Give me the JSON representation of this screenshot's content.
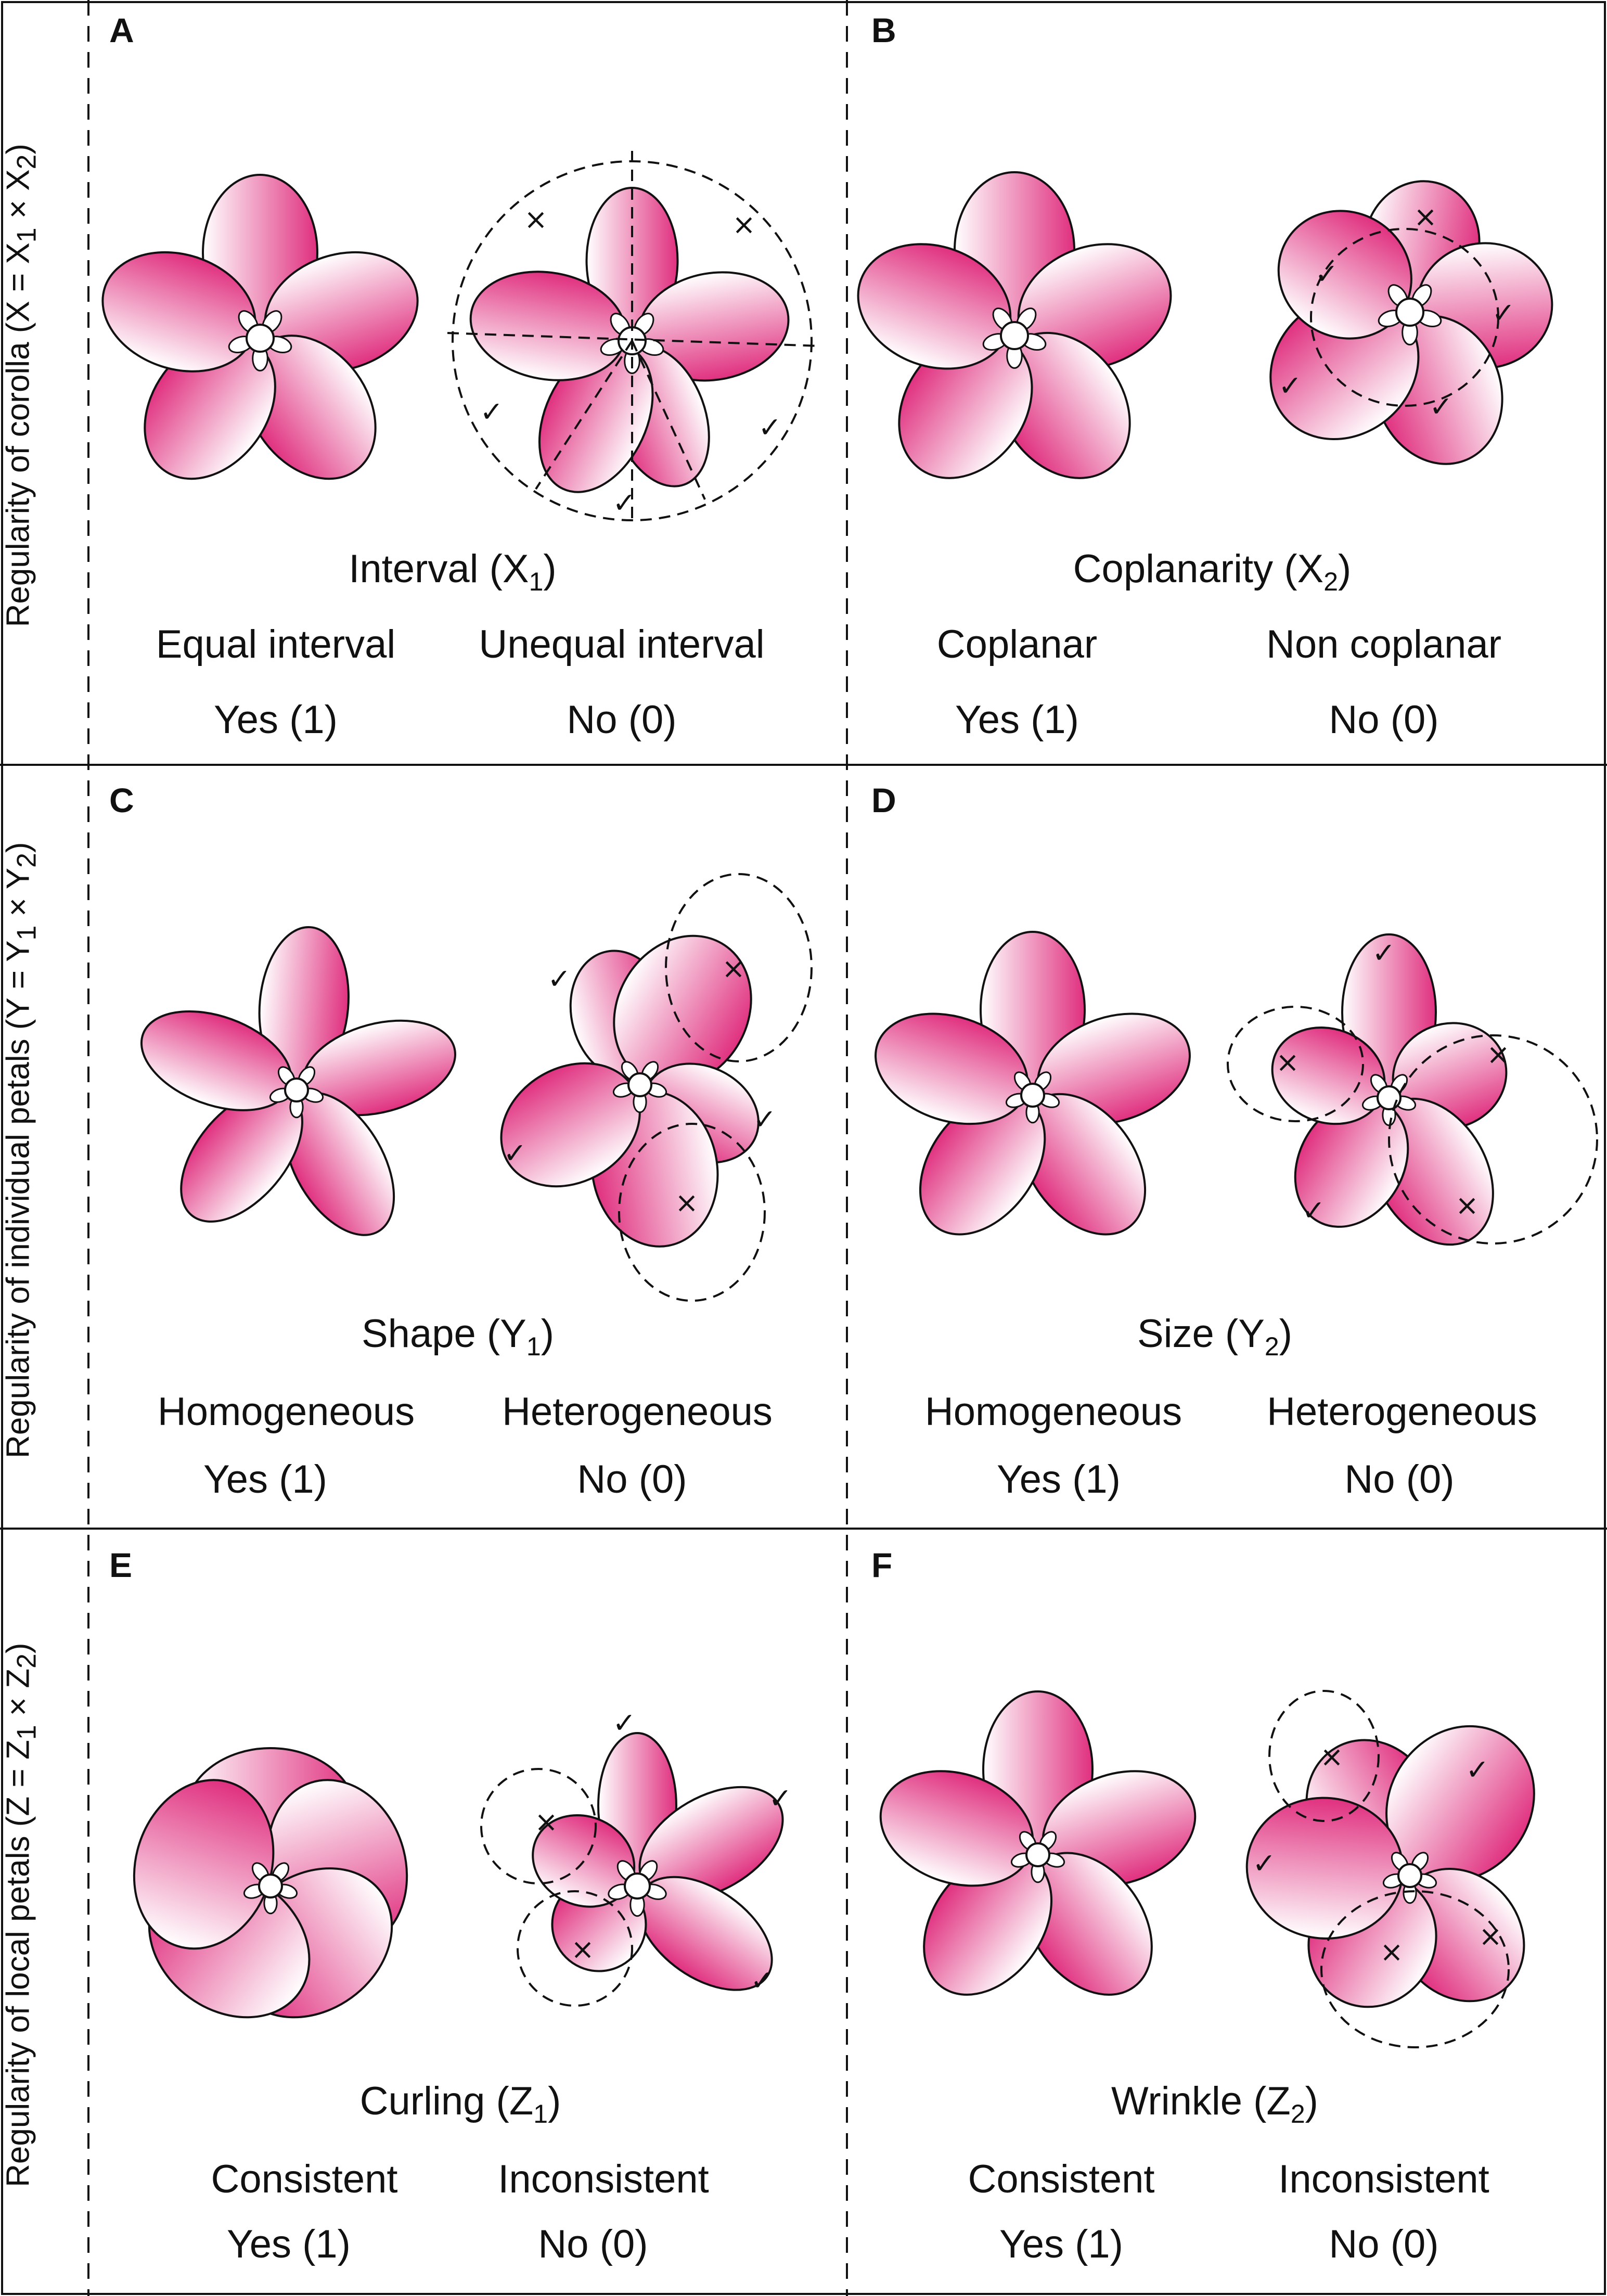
{
  "colors": {
    "petal_dark": "#e0307f",
    "petal_light": "#ffffff",
    "line": "#111111"
  },
  "rows": [
    {
      "side_label": {
        "main": "Regularity of corolla (X = X",
        "s1": "1",
        "mid": " × X",
        "s2": "2",
        "end": ")"
      },
      "panels": [
        {
          "letter": "A",
          "title": "Interval (X",
          "title_sub": "1",
          "title_end": ")",
          "left_label": "Equal interval",
          "right_label": "Unequal interval",
          "left_value": "Yes (1)",
          "right_value": "No (0)"
        },
        {
          "letter": "B",
          "title": "Coplanarity (X",
          "title_sub": "2",
          "title_end": ")",
          "left_label": "Coplanar",
          "right_label": "Non coplanar",
          "left_value": "Yes (1)",
          "right_value": "No (0)"
        }
      ]
    },
    {
      "side_label": {
        "main": "Regularity of individual petals (Y = Y",
        "s1": "1",
        "mid": " × Y",
        "s2": "2",
        "end": ")"
      },
      "panels": [
        {
          "letter": "C",
          "title": "Shape (Y",
          "title_sub": "1",
          "title_end": ")",
          "left_label": "Homogeneous",
          "right_label": "Heterogeneous",
          "left_value": "Yes (1)",
          "right_value": "No (0)"
        },
        {
          "letter": "D",
          "title": "Size (Y",
          "title_sub": "2",
          "title_end": ")",
          "left_label": "Homogeneous",
          "right_label": "Heterogeneous",
          "left_value": "Yes (1)",
          "right_value": "No (0)"
        }
      ]
    },
    {
      "side_label": {
        "main": "Regularity of local petals (Z = Z",
        "s1": "1",
        "mid": " × Z",
        "s2": "2",
        "end": ")"
      },
      "panels": [
        {
          "letter": "E",
          "title": "Curling (Z",
          "title_sub": "1",
          "title_end": ")",
          "left_label": "Consistent",
          "right_label": "Inconsistent",
          "left_value": "Yes (1)",
          "right_value": "No (0)"
        },
        {
          "letter": "F",
          "title": "Wrinkle (Z",
          "title_sub": "2",
          "title_end": ")",
          "left_label": "Consistent",
          "right_label": "Inconsistent",
          "left_value": "Yes (1)",
          "right_value": "No (0)"
        }
      ]
    }
  ],
  "marks": {
    "check": "✓",
    "cross": "×"
  }
}
